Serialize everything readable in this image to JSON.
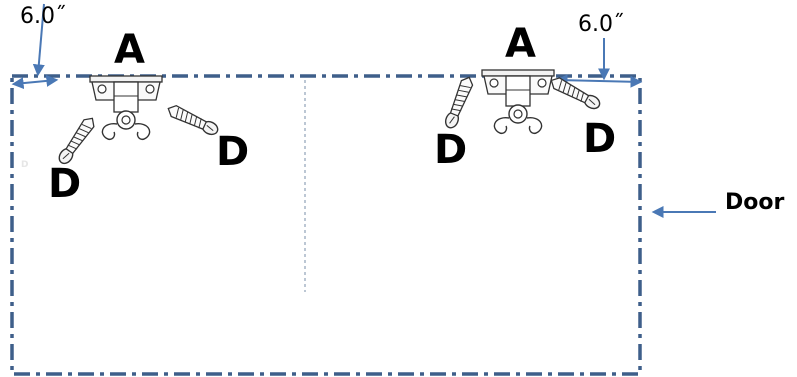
{
  "labels": {
    "bracket_left": "A",
    "bracket_right": "A",
    "screw_left_outer": "D",
    "screw_left_inner": "D",
    "screw_right_inner": "D",
    "screw_right_outer": "D",
    "faint_mark": "D"
  },
  "measurements": {
    "left_offset": "6.0˝",
    "right_offset": "6.0˝"
  },
  "door_label": "Door",
  "colors": {
    "outline": "#3e5f8a",
    "arrow": "#4a78b5",
    "hardware_stroke": "#333333",
    "text": "#000000"
  }
}
